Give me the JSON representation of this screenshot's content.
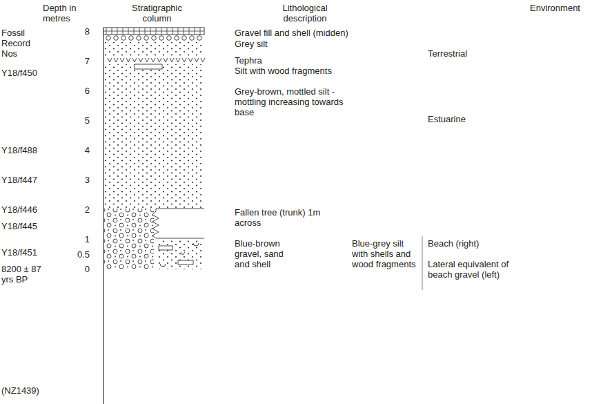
{
  "diagram": {
    "labels": [
      "Depth in metres",
      "Stratigraphic column",
      "Lithological description",
      "Environment",
      "Fossil Record Nos",
      "8",
      "Y18/f450",
      "7",
      "6",
      "5",
      "Y18/f488",
      "4",
      "Y18/f447",
      "3",
      "Y18/f446",
      "2",
      "Y18/f445",
      "1",
      "Y18/f451",
      "0.5",
      "8200 ± 87 yrs BP",
      "0",
      "(NZ1439)",
      "Gravel fill and shell (midden)",
      "Grey silt",
      "Terrestrial",
      "Tephra",
      "Silt with wood fragments",
      "Grey-brown, mottled silt -mottling increasing towards base",
      "Estuarine",
      "Fallen tree (trunk) 1m across",
      "Blue-brown gravel, sand and shell",
      "Blue-grey silt with shells and wood fragments",
      "Beach (right)",
      "Lateral equivalent of beach gravel (left)"
    ]
  }
}
